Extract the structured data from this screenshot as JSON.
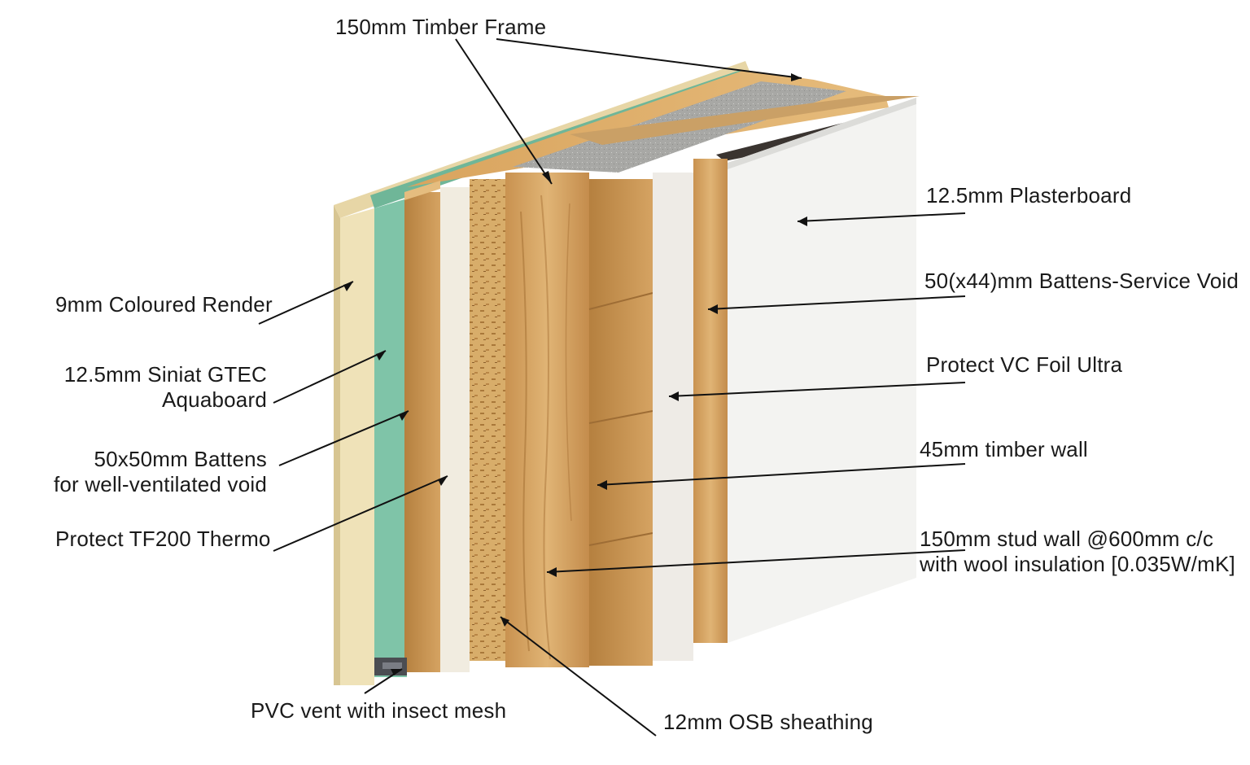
{
  "labels": {
    "timber_frame": "150mm Timber Frame",
    "plasterboard": "12.5mm Plasterboard",
    "battens_service": "50(x44)mm Battens-Service Void",
    "vc_foil": "Protect VC Foil Ultra",
    "timber_wall": "45mm timber wall",
    "stud_wall_line1": "150mm stud wall @600mm c/c",
    "stud_wall_line2": "with wool insulation [0.035W/mK]",
    "render": "9mm Coloured Render",
    "aquaboard_line1": "12.5mm Siniat GTEC",
    "aquaboard_line2": "Aquaboard",
    "battens_vent_line1": "50x50mm Battens",
    "battens_vent_line2": "for well-ventilated void",
    "tf200": "Protect TF200 Thermo",
    "pvc_vent": "PVC vent with insect mesh",
    "osb": "12mm OSB sheathing"
  },
  "colors": {
    "render": "#efe2b8",
    "aquaboard": "#7fc4a8",
    "timber": "#d8a864",
    "timber_dark": "#b98444",
    "osb": "#d9b06c",
    "membrane": "#f1ece0",
    "insulation": "#a9a9a6",
    "plasterboard": "#f3f3f1",
    "leader": "#111111"
  }
}
